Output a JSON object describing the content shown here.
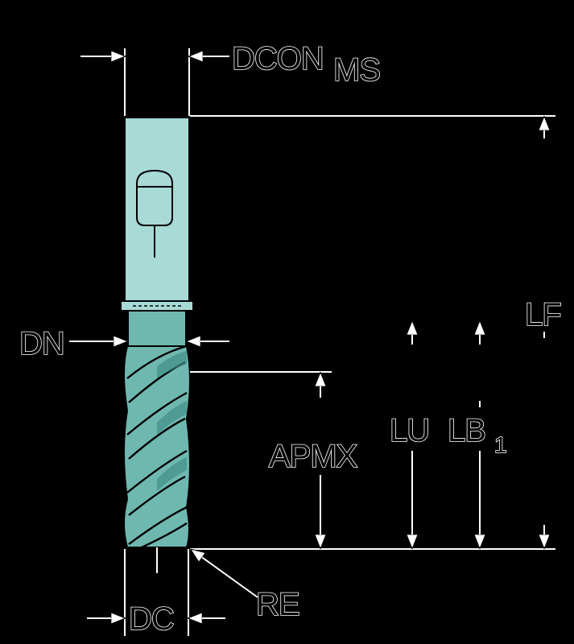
{
  "diagram": {
    "labels": {
      "dcon": "DCON",
      "dcon_sub": "MS",
      "dn": "DN",
      "apmx": "APMX",
      "lu": "LU",
      "lb": "LB",
      "lb_sub": "1",
      "lf": "LF",
      "re": "RE",
      "dc": "DC"
    },
    "colors": {
      "background": "#000000",
      "tool_shank": "#a8dad6",
      "tool_flute": "#6fb8b0",
      "tool_shadow": "#3f8f88",
      "outline": "#000000",
      "dimension_line": "#ffffff"
    }
  }
}
